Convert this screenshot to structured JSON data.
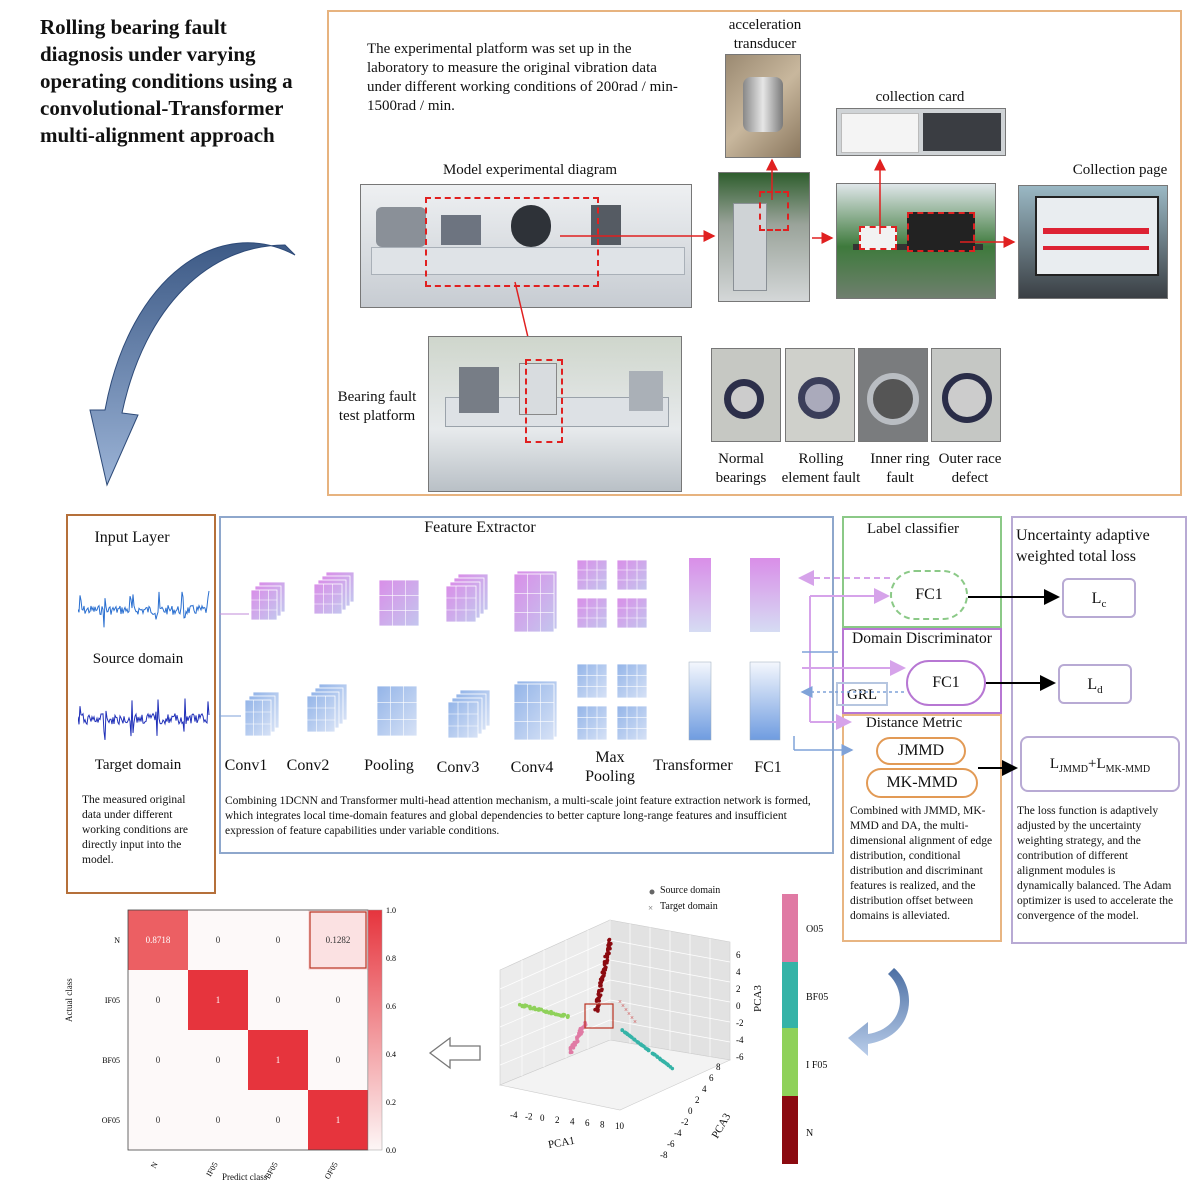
{
  "title": "Rolling bearing fault diagnosis under varying operating conditions using a convolutional-Transformer multi-alignment approach",
  "platform": {
    "description": "The experimental platform was set up in the laboratory to measure the original vibration data under different working conditions of 200rad / min-1500rad / min.",
    "acceleration_transducer": "acceleration transducer",
    "collection_card": "collection card",
    "collection_page": "Collection page",
    "model_diagram": "Model experimental diagram",
    "bearing_fault_platform": "Bearing fault test platform",
    "faults": [
      {
        "label": "Normal bearings"
      },
      {
        "label": "Rolling element fault"
      },
      {
        "label": "Inner ring fault"
      },
      {
        "label": "Outer race defect"
      }
    ]
  },
  "input_layer": {
    "title": "Input Layer",
    "source": "Source domain",
    "target": "Target domain",
    "note": "The measured original data under different working conditions are directly input into the model."
  },
  "feature_extractor": {
    "title": "Feature Extractor",
    "layers": [
      "Conv1",
      "Conv2",
      "Pooling",
      "Conv3",
      "Conv4",
      "Max Pooling",
      "Transformer",
      "FC1"
    ],
    "note": "Combining 1DCNN and Transformer multi-head attention mechanism, a multi-scale joint feature extraction network is formed, which integrates local time-domain features and global dependencies to better capture long-range features and insufficient expression of feature capabilities under variable conditions."
  },
  "label_classifier": {
    "title": "Label classifier",
    "node": "FC1"
  },
  "domain_discriminator": {
    "title": "Domain Discriminator",
    "node": "FC1",
    "grl": "GRL"
  },
  "distance_metric": {
    "title": "Distance Metric",
    "items": [
      "JMMD",
      "MK-MMD"
    ],
    "note": "Combined with JMMD, MK-MMD and DA, the multi-dimensional alignment of edge distribution, conditional distribution and discriminant features is realized, and the distribution offset between domains is alleviated."
  },
  "loss": {
    "title": "Uncertainty adaptive weighted total loss",
    "lc": "L",
    "lc_sub": "c",
    "ld": "L",
    "ld_sub": "d",
    "lj": "L",
    "lj_sub": "JMMD",
    "plus": "+",
    "lm": "L",
    "lm_sub": "MK-MMD",
    "note": "The loss function is adaptively adjusted by the uncertainty weighting strategy, and the contribution of different alignment modules is dynamically balanced. The Adam optimizer is used to accelerate the convergence of the model."
  },
  "confusion": {
    "rows": [
      "N",
      "IF05",
      "BF05",
      "OF05"
    ],
    "cols": [
      "N",
      "IF05",
      "BF05",
      "OF05"
    ],
    "values": [
      [
        "0.8718",
        "0",
        "0",
        "0.1282"
      ],
      [
        "0",
        "1",
        "0",
        "0"
      ],
      [
        "0",
        "0",
        "1",
        "0"
      ],
      [
        "0",
        "0",
        "0",
        "1"
      ]
    ],
    "ylabel": "Actual class",
    "xlabel": "Predict class",
    "colorbar": [
      "1.0",
      "0.8",
      "0.6",
      "0.4",
      "0.2",
      "0.0"
    ]
  },
  "pca": {
    "legend_source": "Source domain",
    "legend_target": "Target domain",
    "xlabel": "PCA1",
    "ylabel": "PCA3",
    "zlabel": "PCA3",
    "x_ticks": [
      "-4",
      "-2",
      "0",
      "2",
      "4",
      "6",
      "8",
      "10"
    ],
    "y_ticks": [
      "-8",
      "-6",
      "-4",
      "-2",
      "0",
      "2",
      "4",
      "6",
      "8"
    ],
    "z_ticks": [
      "6",
      "4",
      "2",
      "0",
      "-2",
      "-4",
      "-6"
    ],
    "classes": [
      "O05",
      "BF05",
      "I F05",
      "N"
    ]
  }
}
